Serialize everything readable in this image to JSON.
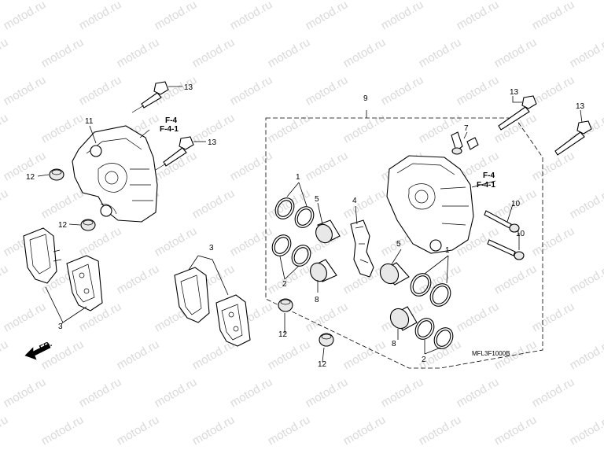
{
  "watermark": "motod.ru",
  "callouts": {
    "c1a": "1",
    "c1b": "1",
    "c2a": "2",
    "c2b": "2",
    "c3a": "3",
    "c3b": "3",
    "c4": "4",
    "c5a": "5",
    "c5b": "5",
    "c7": "7",
    "c8a": "8",
    "c8b": "8",
    "c9": "9",
    "c10a": "10",
    "c10b": "10",
    "c11": "11",
    "c12a": "12",
    "c12b": "12",
    "c12c": "12",
    "c12d": "12",
    "c13a": "13",
    "c13b": "13",
    "c13c": "13",
    "c13d": "13"
  },
  "refs": {
    "left_a": "F-4",
    "left_b": "F-4-1",
    "right_a": "F-4",
    "right_b": "F-4-1"
  },
  "front_label": "FR.",
  "diagram_code": "MFL3F1000B"
}
